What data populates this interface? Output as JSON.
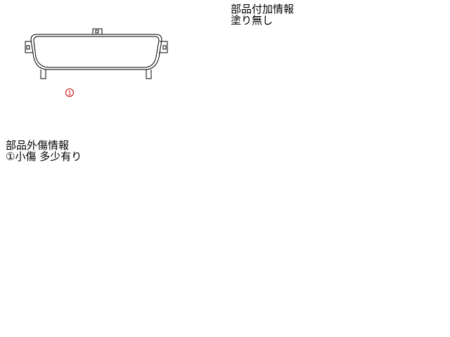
{
  "part_diagram": {
    "damage_marker": "①",
    "marker_color": "#cc0000"
  },
  "extra_info": {
    "heading": "部品付加情報",
    "value": "塗り無し"
  },
  "damage_info": {
    "heading": "部品外傷情報",
    "value": "①小傷 多少有り"
  }
}
